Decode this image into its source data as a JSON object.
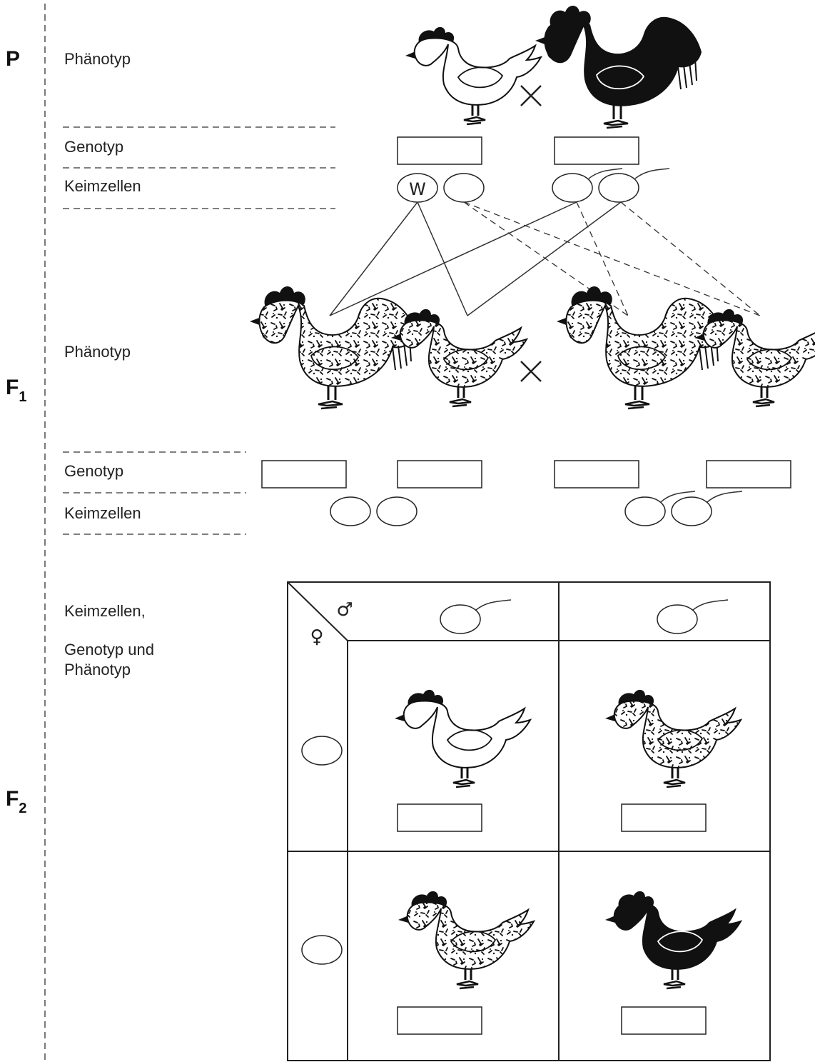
{
  "generations": {
    "p": "P",
    "f1": "F",
    "f1_sub": "1",
    "f2": "F",
    "f2_sub": "2"
  },
  "labels": {
    "p_phenotype": "Phänotyp",
    "p_genotype": "Genotyp",
    "p_gametes": "Keimzellen",
    "f1_phenotype": "Phänotyp",
    "f1_genotype": "Genotyp",
    "f1_gametes": "Keimzellen",
    "f2_line1": "Keimzellen,",
    "f2_line2": "Genotyp und",
    "f2_line3": "Phänotyp"
  },
  "filled_gamete": "W",
  "punnett": {
    "male_symbol": "♂",
    "female_symbol": "♀"
  },
  "chickens": {
    "p": [
      "white-hen",
      "black-rooster"
    ],
    "f1": [
      "speckled-rooster",
      "speckled-hen",
      "speckled-rooster",
      "speckled-hen"
    ],
    "f2": [
      "white-hen",
      "speckled-hen",
      "speckled-hen",
      "black-hen"
    ]
  },
  "colors": {
    "white": "#ffffff",
    "black": "#111111",
    "speckle": "#111111"
  }
}
